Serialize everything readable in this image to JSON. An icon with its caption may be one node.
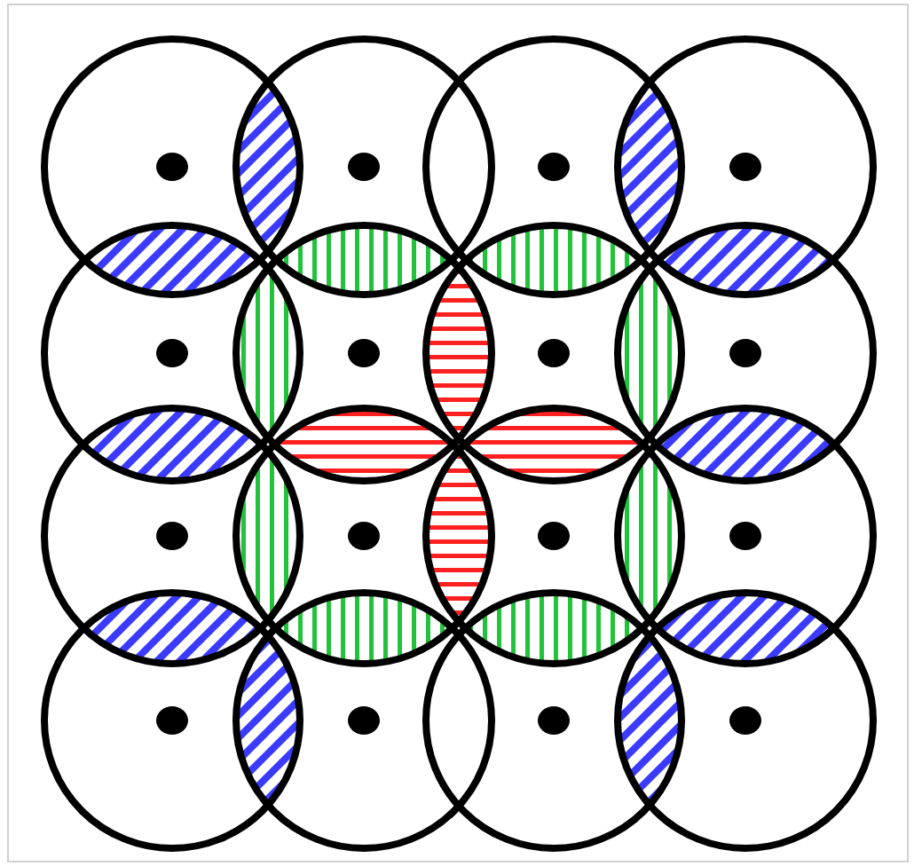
{
  "diagram": {
    "nodes": [
      {
        "text": [],
        "shape": "circle"
      },
      {
        "text": [],
        "shape": "circle"
      },
      {
        "text": [],
        "shape": "circle"
      },
      {
        "text": [],
        "shape": "circle"
      },
      {
        "text": [],
        "shape": "circle"
      },
      {
        "text": [],
        "shape": "circle"
      },
      {
        "text": [],
        "shape": "circle"
      },
      {
        "text": [],
        "shape": "circle"
      },
      {
        "text": [],
        "shape": "circle"
      },
      {
        "text": [],
        "shape": "circle"
      },
      {
        "text": [],
        "shape": "circle"
      },
      {
        "text": [],
        "shape": "circle"
      },
      {
        "text": [],
        "shape": "circle"
      },
      {
        "text": [],
        "shape": "circle"
      },
      {
        "text": [],
        "shape": "circle"
      },
      {
        "text": [],
        "shape": "circle"
      }
    ]
  }
}
